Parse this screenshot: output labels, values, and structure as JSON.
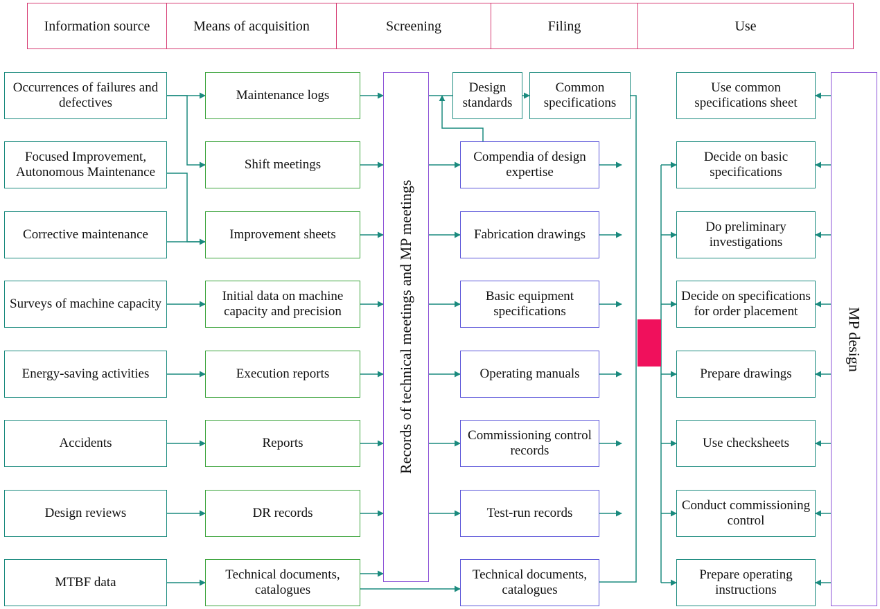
{
  "header": {
    "source": "Information source",
    "acquisition": "Means of acquisition",
    "screening": "Screening",
    "filing": "Filing",
    "use": "Use"
  },
  "sources": [
    "Occurrences of failures and defectives",
    "Focused Improvement, Autonomous Maintenance",
    "Corrective maintenance",
    "Surveys of machine capacity",
    "Energy-saving activities",
    "Accidents",
    "Design reviews",
    "MTBF data"
  ],
  "acquisition": [
    "Maintenance logs",
    "Shift meetings",
    "Improvement sheets",
    "Initial data on machine capacity and precision",
    "Execution reports",
    "Reports",
    "DR records",
    "Technical documents, catalogues"
  ],
  "screening_label": "Records of technical meetings and MP meetings",
  "filing_top": [
    "Design standards",
    "Common specifications"
  ],
  "filing": [
    "Compendia of design expertise",
    "Fabrication drawings",
    "Basic equipment specifications",
    "Operating manuals",
    "Commissioning control records",
    "Test-run records",
    "Technical documents, catalogues"
  ],
  "use": [
    "Use common specifications sheet",
    "Decide on basic specifications",
    "Do preliminary investigations",
    "Decide on specifications for order placement",
    "Prepare drawings",
    "Use checksheets",
    "Conduct commissioning control",
    "Prepare operating instructions"
  ],
  "mp_design_label": "MP design",
  "colors": {
    "line": "#1a8a7e",
    "source_border": "#1a8a7e",
    "acquisition_border": "#3aa33a",
    "filing_border": "#5a55d9",
    "screening_border": "#8a4fd6",
    "header_border": "#d63a72",
    "junction": "#f0105c"
  }
}
